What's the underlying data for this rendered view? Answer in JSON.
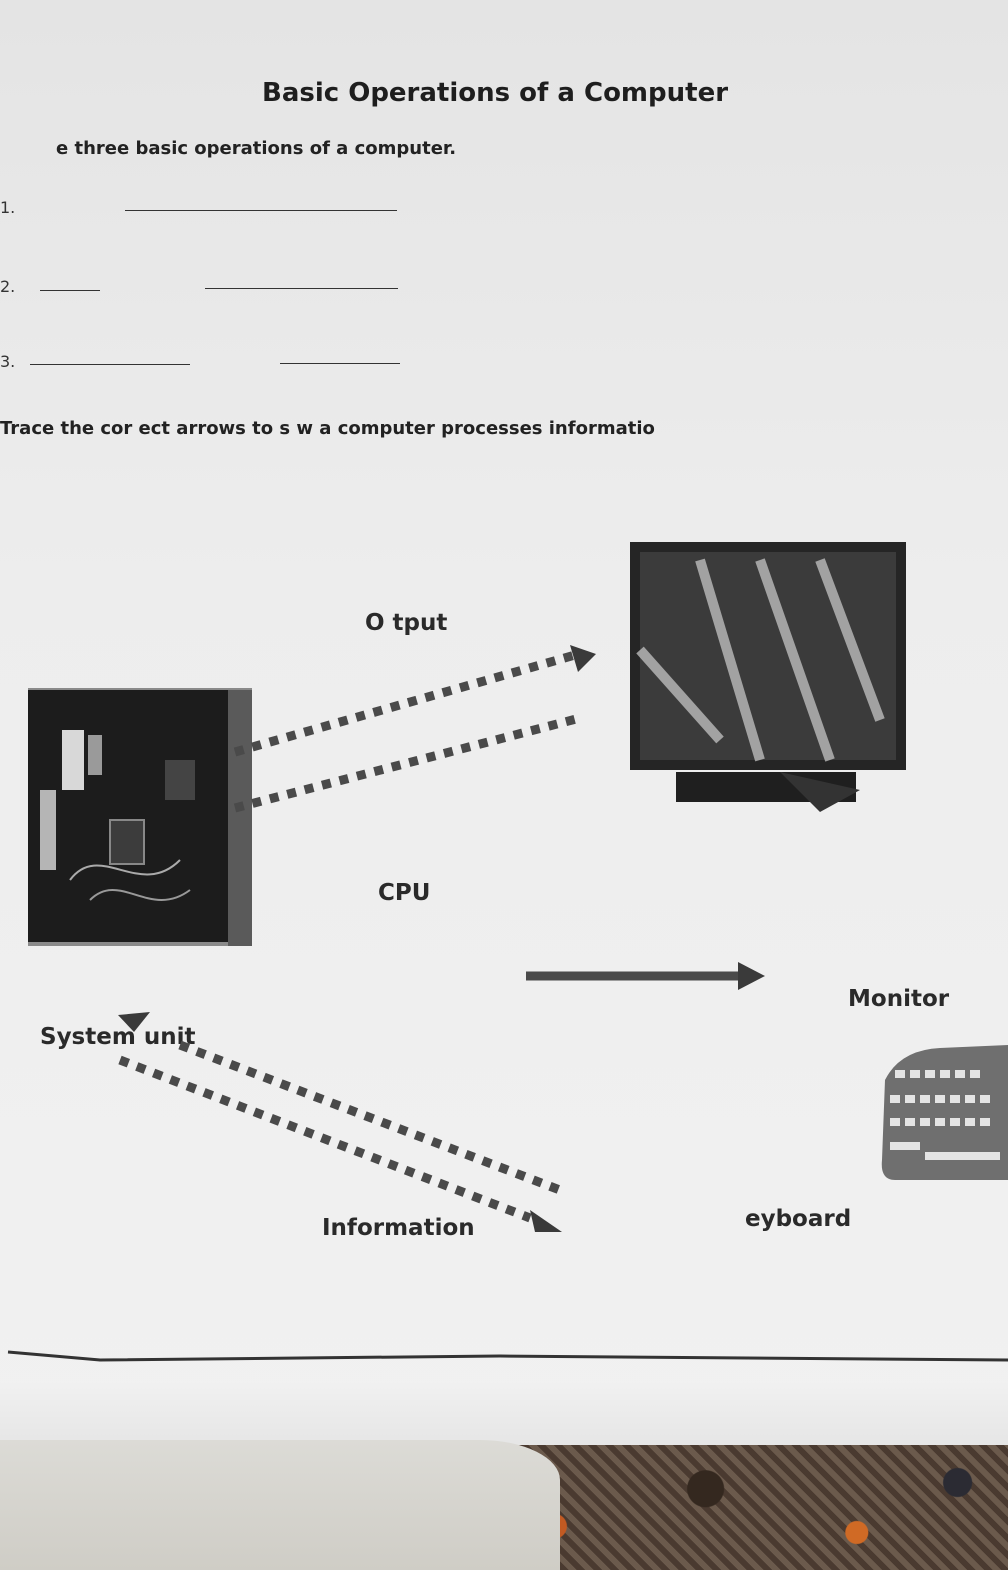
{
  "worksheet": {
    "title": "Basic Operations of a Computer",
    "instruction_1": "e three basic operations of a computer.",
    "answer_numbers": [
      "1.",
      "2.",
      "3."
    ],
    "instruction_2": "Trace the cor ect arrows to s w a computer processes informatio"
  },
  "diagram": {
    "labels": {
      "output": "O tput",
      "cpu": "CPU",
      "monitor": "Monitor",
      "system_unit": "System unit",
      "information": "Information",
      "keyboard": "eyboard"
    },
    "images": {
      "system_unit": "computer-tower-icon",
      "monitor": "monitor-icon",
      "keyboard": "keyboard-icon"
    }
  }
}
